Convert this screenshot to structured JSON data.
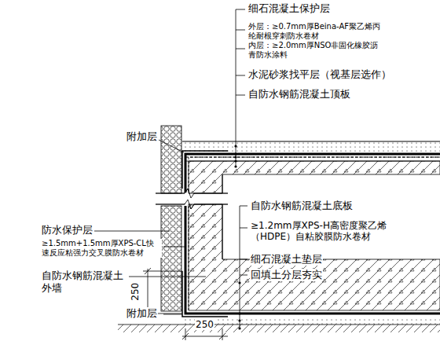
{
  "diagram": {
    "labels": [
      "细石混凝土保护层",
      "外层：≥0.7mm厚Beina-AF聚乙烯丙纶耐根穿刺防水卷材",
      "内层：≥2.0mm厚NSO非固化橡胶沥青防水涂料",
      "水泥砂浆找平层（视基层选作）",
      "自防水钢筋混凝土顶板",
      "附加层",
      "自防水钢筋混凝土底板",
      "≥1.2mm厚XPS-H高密度聚乙烯（HDPE）自粘胶膜防水卷材",
      "细石混凝土垫层",
      "回填土分层夯实",
      "防水保护层",
      "≥1.5mm+1.5mm厚XPS-CL快速反应粘强力交叉膜防水卷材",
      "自防水钢筋混凝土外墙",
      "250",
      "附加层",
      "250"
    ]
  }
}
